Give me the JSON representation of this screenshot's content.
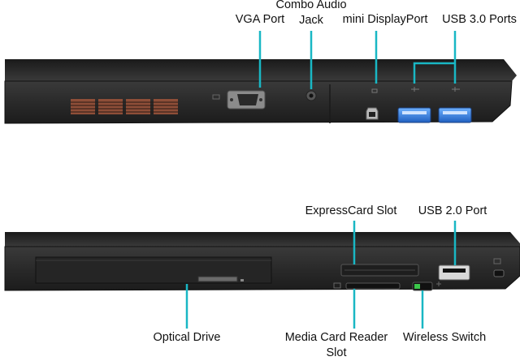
{
  "labels": {
    "vga_port": "VGA Port",
    "combo_audio_line1": "Combo Audio",
    "combo_audio_line2": "Jack",
    "mini_displayport": "mini DisplayPort",
    "usb30_ports": "USB 3.0 Ports",
    "expresscard_slot": "ExpressCard Slot",
    "usb20_port": "USB 2.0 Port",
    "optical_drive": "Optical Drive",
    "media_card_line1": "Media Card Reader",
    "media_card_line2": "Slot",
    "wireless_switch": "Wireless Switch"
  },
  "colors": {
    "callout": "#19b7c4",
    "chassis": "#2b2b2b",
    "usb3_blue": "#2f7de0",
    "vent": "#9a5a44"
  }
}
